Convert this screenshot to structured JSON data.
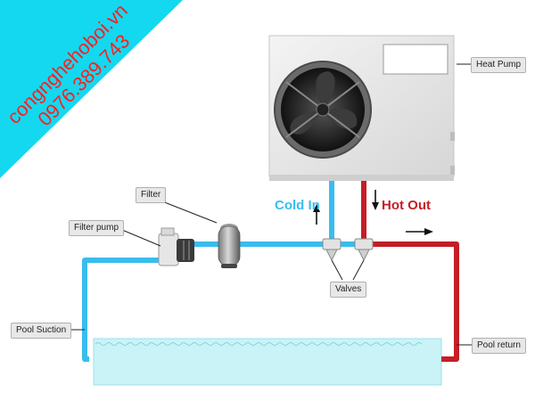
{
  "watermark": {
    "site": "congnghehoboi.vn",
    "phone": "0976.389.743",
    "banner_color": "#14d8f0",
    "text_color": "#ff2020"
  },
  "labels": {
    "heat_pump": "Heat Pump",
    "filter": "Filter",
    "filter_pump": "Filter pump",
    "cold_in": "Cold In",
    "hot_out": "Hot Out",
    "valves": "Valves",
    "pool_suction": "Pool Suction",
    "pool_return": "Pool return"
  },
  "colors": {
    "cold_pipe": "#38bdee",
    "hot_pipe": "#c41e26",
    "pool_water": "#c9f3f7",
    "heat_pump_body": "#ececec"
  }
}
